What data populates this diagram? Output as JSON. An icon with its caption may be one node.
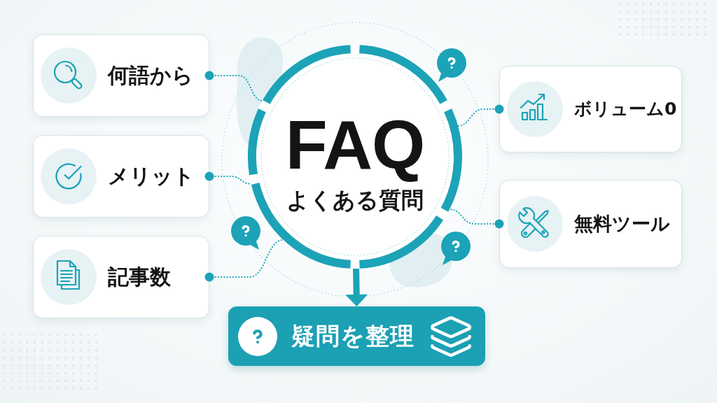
{
  "diagram": {
    "nodes": [
      {
        "text": [
          "FAQ",
          "よくある質問"
        ]
      },
      {
        "text": [
          "何語から"
        ]
      },
      {
        "text": [
          "メリット"
        ]
      },
      {
        "text": [
          "記事数"
        ]
      },
      {
        "text": [
          "ボリューム0"
        ]
      },
      {
        "text": [
          "無料ツール"
        ]
      },
      {
        "text": [
          "疑問を整理"
        ]
      }
    ],
    "edges": [
      {
        "from": 1,
        "to": 0,
        "arrow": "other",
        "style": "dashed"
      },
      {
        "from": 2,
        "to": 0,
        "arrow": "other",
        "style": "dashed"
      },
      {
        "from": 3,
        "to": 0,
        "arrow": "other",
        "style": "dashed"
      },
      {
        "from": 4,
        "to": 0,
        "arrow": "other",
        "style": "dashed"
      },
      {
        "from": 5,
        "to": 0,
        "arrow": "other",
        "style": "dashed"
      },
      {
        "from": 0,
        "to": 6,
        "arrow": "to",
        "style": "thick"
      }
    ]
  }
}
